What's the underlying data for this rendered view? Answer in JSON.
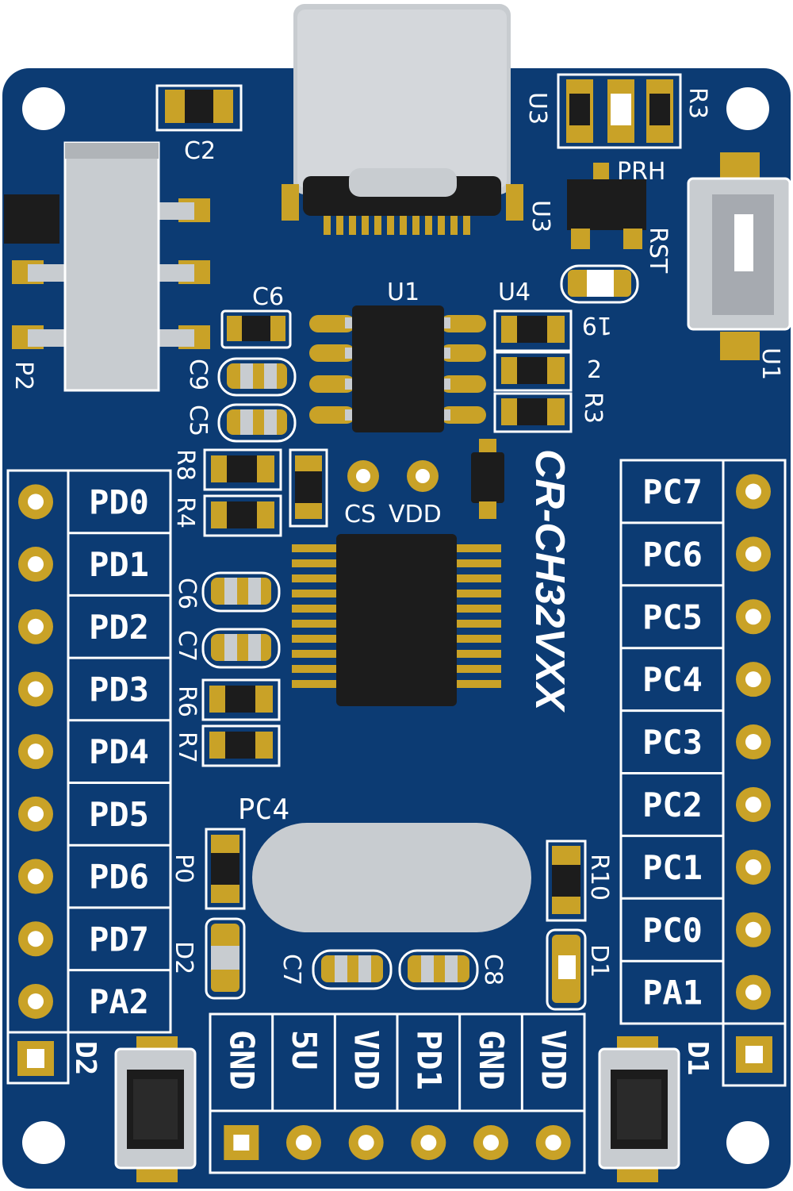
{
  "board": {
    "title": "CR-CH32VXX",
    "colors": {
      "pcb": "#0c3b73",
      "pad": "#c9a227",
      "chip": "#1c1c1c",
      "silk": "#ffffff",
      "metal": "#c8ccd0"
    }
  },
  "left_header": {
    "pins": [
      "PD0",
      "PD1",
      "PD2",
      "PD3",
      "PD4",
      "PD5",
      "PD6",
      "PD7",
      "PA2"
    ]
  },
  "right_header": {
    "pins": [
      "PC7",
      "PC6",
      "PC5",
      "PC4",
      "PC3",
      "PC2",
      "PC1",
      "PC0",
      "PA1"
    ]
  },
  "bottom_header": {
    "pins": [
      "GND",
      "5U",
      "VDD",
      "PD1",
      "GND",
      "VDD"
    ]
  },
  "labels": {
    "c2": "C2",
    "p2": "P2",
    "u3a": "U3",
    "r3a": "R3",
    "prh": "PRH",
    "u3b": "U3",
    "rst": "RST",
    "c6a": "C6",
    "u1chip": "U1",
    "u4": "U4",
    "c9": "C9",
    "c5": "C5",
    "r19": "19",
    "r2": "2",
    "r3b": "R3",
    "r8": "R8",
    "r4": "R4",
    "u1side": "U1",
    "cs": "CS",
    "vdd": "VDD",
    "c6b": "C6",
    "c7a": "C7",
    "r6": "R6",
    "r7": "R7",
    "pc4": "PC4",
    "p0": "P0",
    "d2a": "D2",
    "r10": "R10",
    "d1a": "D1",
    "c7b": "C7",
    "c8": "C8",
    "d2b": "D2",
    "d1b": "D1"
  }
}
